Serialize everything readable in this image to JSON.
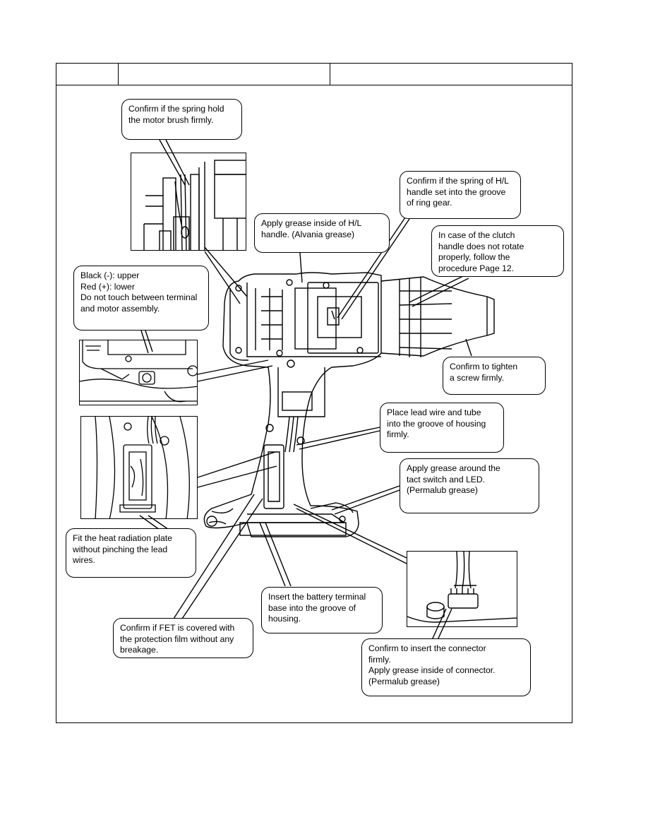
{
  "header": {
    "cells": [
      "",
      "",
      ""
    ]
  },
  "callouts": {
    "motor_brush": [
      "Confirm if the spring hold",
      "the motor brush firmly."
    ],
    "grease_handle": [
      "Apply grease inside of H/L",
      "handle. (Alvania grease)"
    ],
    "spring_hl": [
      "Confirm if the spring of H/L",
      "handle set into the groove",
      "of ring gear."
    ],
    "clutch": [
      "In case of the clutch",
      "handle does not rotate",
      "properly, follow the",
      "procedure Page 12."
    ],
    "wires": [
      "Black (-): upper",
      "Red (+): lower",
      "Do not touch between terminal",
      "and motor assembly."
    ],
    "screw": [
      "Confirm to tighten",
      "a screw firmly."
    ],
    "lead_wire": [
      "Place lead wire and tube",
      "into the groove of housing",
      "firmly."
    ],
    "tact_switch": [
      "Apply grease around the",
      "tact switch and LED.",
      "(Permalub grease)"
    ],
    "heat_plate": [
      "Fit the heat radiation plate",
      "without pinching the lead",
      "wires."
    ],
    "battery": [
      "Insert the battery terminal",
      "base into the groove of",
      "housing."
    ],
    "fet": [
      "Confirm if FET is covered with",
      "the protection film without any",
      "breakage."
    ],
    "connector": [
      "Confirm to insert the connector",
      "firmly.",
      "Apply grease inside of connector.",
      "(Permalub grease)"
    ]
  }
}
